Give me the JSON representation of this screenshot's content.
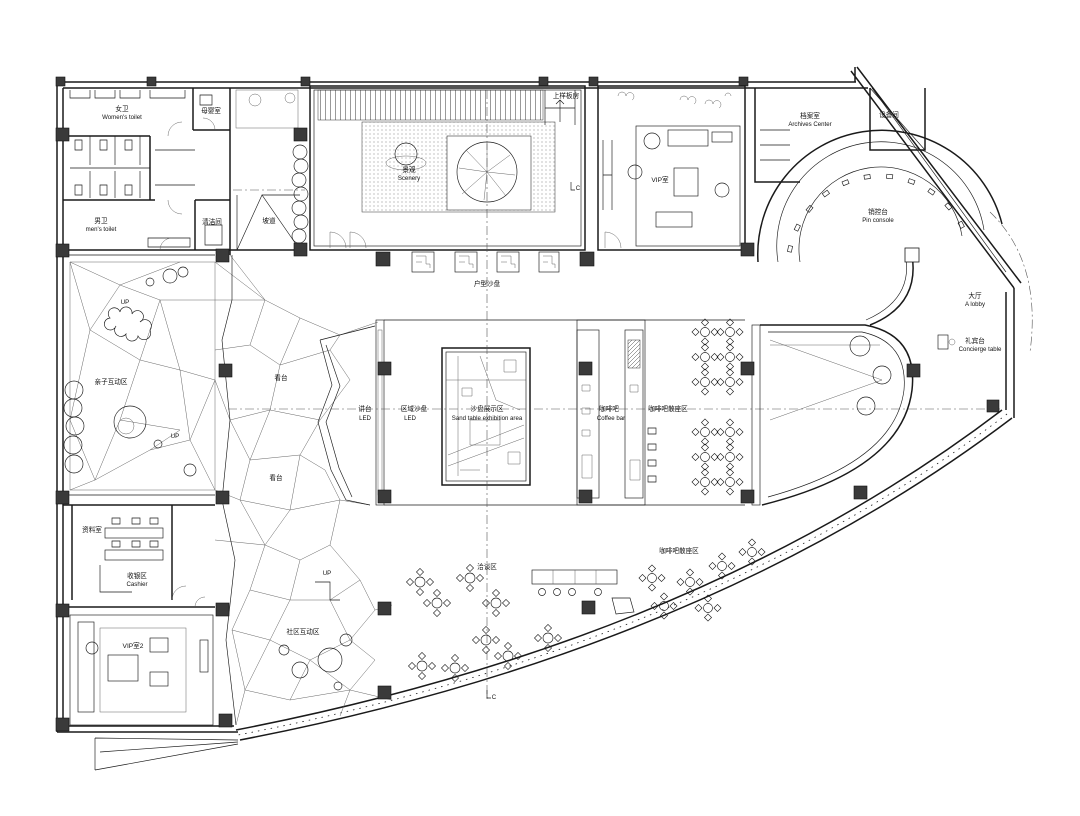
{
  "colors": {
    "line": "#1a1a1a",
    "fine": "#555555",
    "column": "#3a3a3a",
    "background": "#ffffff"
  },
  "rooms": {
    "womens_toilet": {
      "zh": "女卫",
      "en": "Women's toilet"
    },
    "mother_baby": {
      "zh": "母婴室"
    },
    "mens_toilet": {
      "zh": "男卫",
      "en": "men's toilet"
    },
    "cleaning": {
      "zh": "清洁间"
    },
    "ramp": {
      "zh": "坡道"
    },
    "scenery": {
      "zh": "景观",
      "en": "Scenery"
    },
    "model_room": {
      "zh": "上样板房"
    },
    "vip": {
      "zh": "VIP室"
    },
    "archives": {
      "zh": "档案室",
      "en": "Archives Center"
    },
    "equipment": {
      "zh": "设备间"
    },
    "pin_console": {
      "zh": "销控台",
      "en": "Pin console"
    },
    "unit_models": {
      "zh": "户型沙盘"
    },
    "kids_area": {
      "zh": "亲子互动区"
    },
    "stand": {
      "zh": "看台"
    },
    "podium": {
      "zh": "讲台",
      "en": "LED"
    },
    "area_model": {
      "zh": "区域沙盘",
      "en": "LED"
    },
    "sand_table": {
      "zh": "沙盘展示区",
      "en": "Sand table exhibition area"
    },
    "coffee_bar": {
      "zh": "咖啡吧",
      "en": "Coffee bar"
    },
    "coffee_seating": {
      "zh": "咖啡吧散座区"
    },
    "lobby": {
      "zh": "大厅",
      "en": "A lobby"
    },
    "concierge": {
      "zh": "礼宾台",
      "en": "Concierge table"
    },
    "data_room": {
      "zh": "资料室"
    },
    "cashier": {
      "zh": "收银区",
      "en": "Cashier"
    },
    "vip2": {
      "zh": "VIP室2"
    },
    "negotiation": {
      "zh": "洽谈区"
    },
    "coffee_seating_2": {
      "zh": "咖啡吧散座区"
    },
    "community": {
      "zh": "社区互动区"
    }
  },
  "markers": {
    "up": "UP",
    "centerline": "C"
  }
}
